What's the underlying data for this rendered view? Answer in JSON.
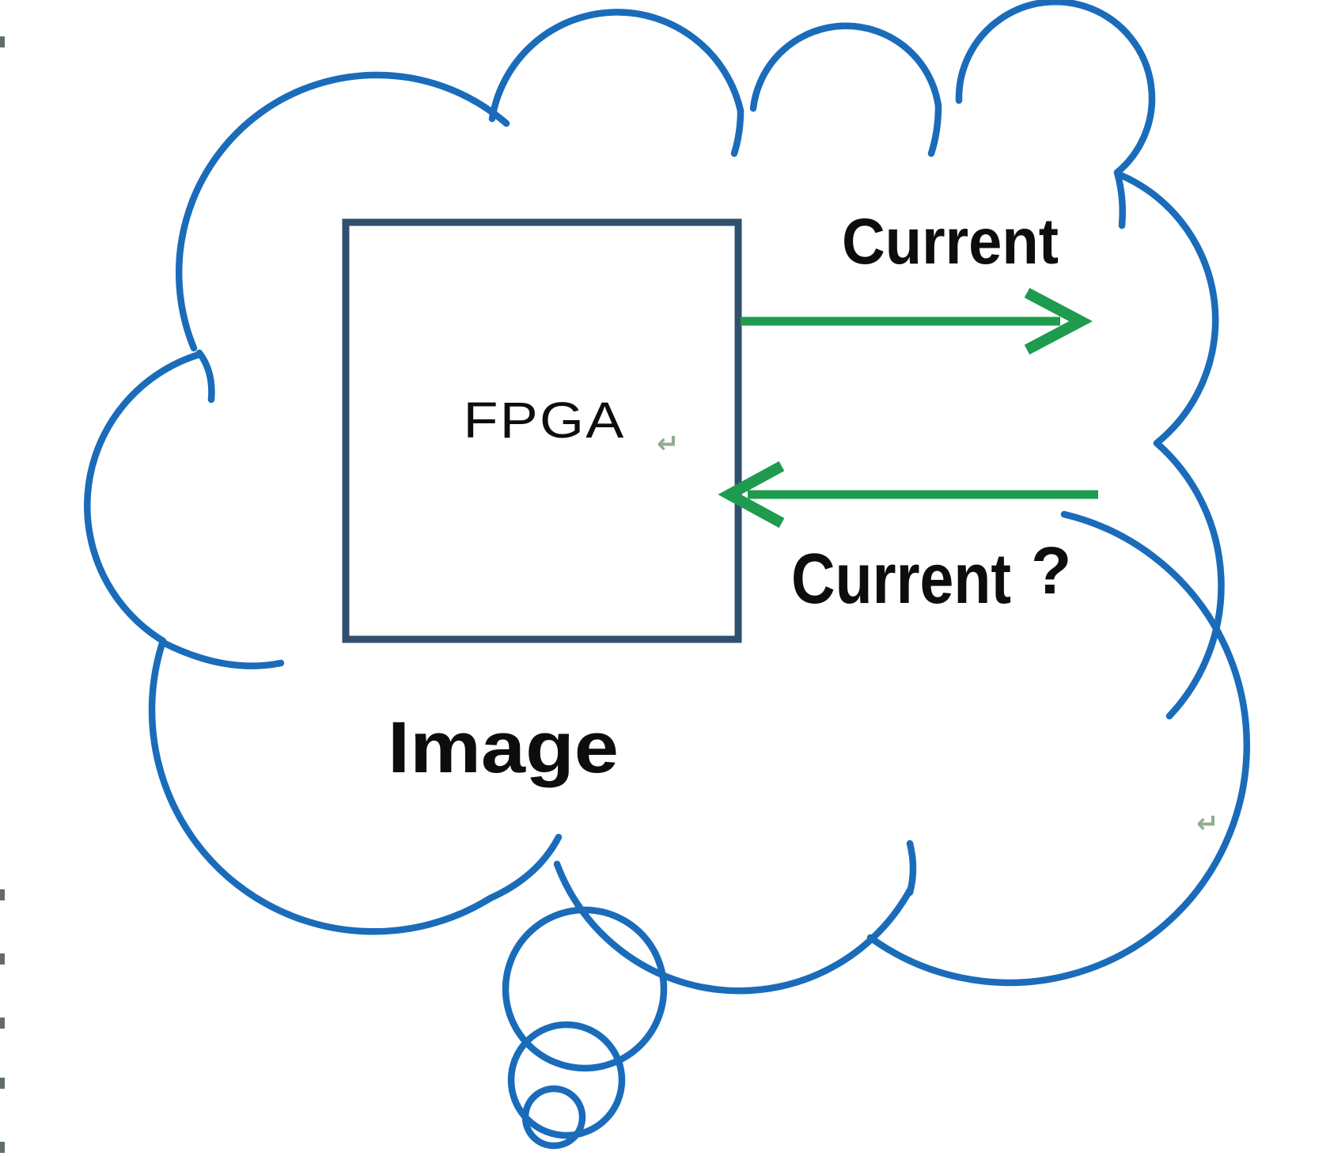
{
  "labels": {
    "fpga": "FPGA",
    "current_out": "Current",
    "current_in": "Current",
    "current_in_mark": "?",
    "image": "Image"
  },
  "marks": {
    "pilcrow": "↵"
  },
  "icons": {
    "cloud": "thought-bubble-cloud",
    "arrow_out": "right-arrow",
    "arrow_in": "left-arrow"
  },
  "colors": {
    "cloud": "#1a6cba",
    "box": "#31506e",
    "arrow": "#1e9b4e",
    "ink": "#0d0d0d",
    "pilcrow": "#8fae90",
    "tick": "#5f6e66",
    "bg": "#ffffff"
  }
}
